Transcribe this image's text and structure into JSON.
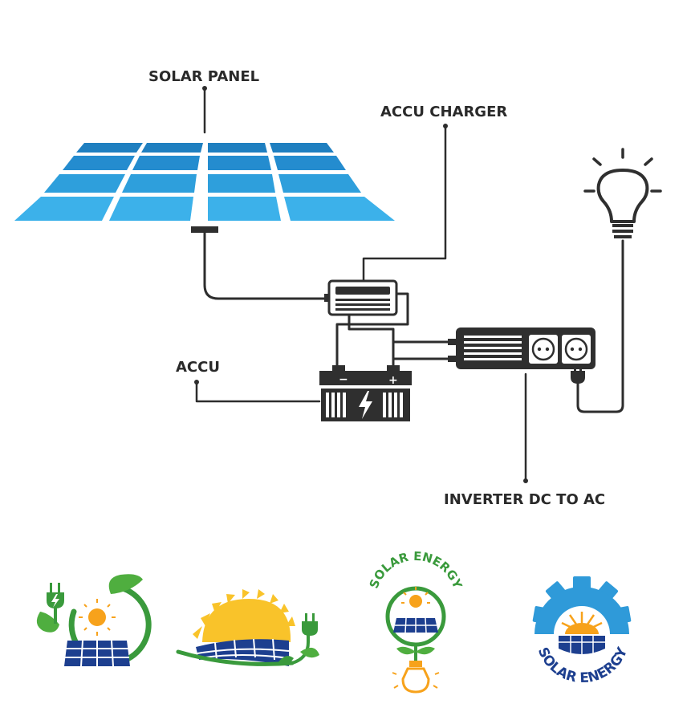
{
  "labels": {
    "solar_panel": "SOLAR PANEL",
    "accu_charger": "ACCU CHARGER",
    "accu": "ACCU",
    "inverter": "INVERTER DC TO AC"
  },
  "battery": {
    "minus": "−",
    "plus": "+"
  },
  "logos": {
    "logo3_text": "SOLAR ENERGY",
    "logo4_text": "SOLAR ENERGY"
  },
  "colors": {
    "panel_dark": "#1f88c9",
    "panel_light": "#3fb5ea",
    "ink": "#2f2f2f",
    "sun": "#f7a21b",
    "green": "#3a9a3c",
    "navy": "#1d3f8f",
    "sky": "#2f9ad9"
  }
}
